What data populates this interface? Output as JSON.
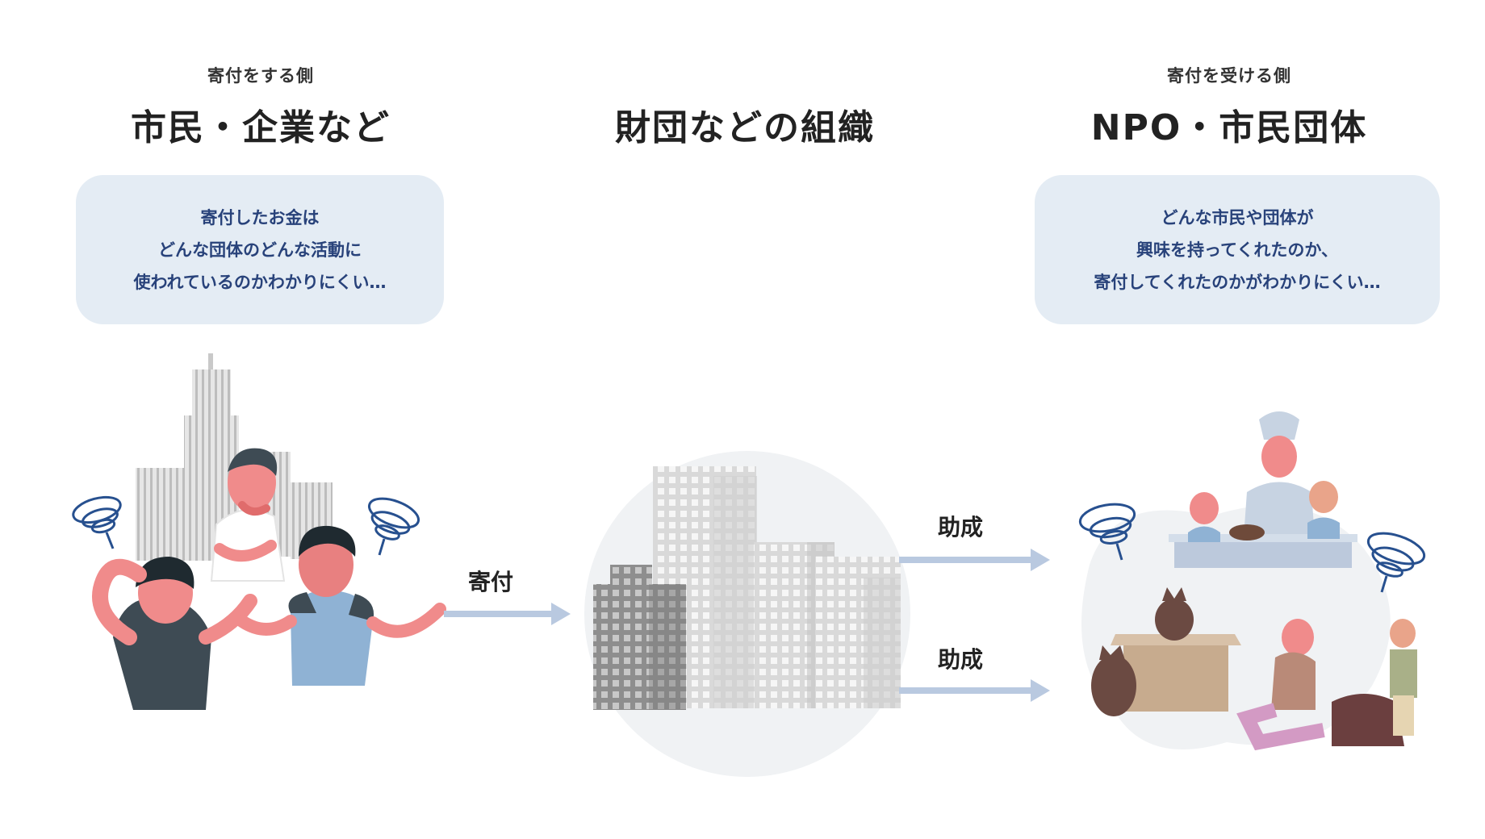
{
  "left": {
    "subtitle": "寄付をする側",
    "title": "市民・企業など",
    "bubble_lines": [
      "寄付したお金は",
      "どんな団体のどんな活動に",
      "使われているのかわかりにくい…"
    ]
  },
  "center": {
    "title": "財団などの組織"
  },
  "right": {
    "subtitle": "寄付を受ける側",
    "title": "NPO・市民団体",
    "bubble_lines": [
      "どんな市民や団体が",
      "興味を持ってくれたのか、",
      "寄付してくれたのかがわかりにくい…"
    ]
  },
  "arrows": {
    "donation": "寄付",
    "grant_upper": "助成",
    "grant_lower": "助成"
  },
  "colors": {
    "bubble_bg": "#e4ecf4",
    "bubble_text": "#28427a",
    "arrow": "#b9c9e0",
    "swirl": "#27508f",
    "circle_bg": "#f0f2f4"
  },
  "icons": [
    "city-buildings-illustration",
    "confused-people-illustration",
    "foundation-buildings-illustration",
    "npo-activities-illustration",
    "confusion-swirl-icon"
  ]
}
